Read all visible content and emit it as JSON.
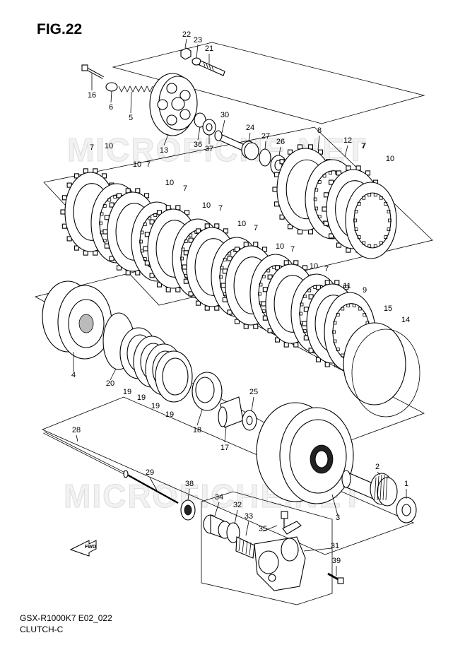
{
  "figure": {
    "title": "FIG.22",
    "model_code": "GSX-R1000K7 E02_022",
    "caption": "CLUTCH-C"
  },
  "watermark": {
    "text": "MICROFICHE.NET"
  },
  "fwd_label": "FWD",
  "callouts": [
    "22",
    "23",
    "21",
    "16",
    "6",
    "5",
    "13",
    "36",
    "37",
    "30",
    "24",
    "27",
    "26",
    "8",
    "12",
    "7",
    "10",
    "7",
    "10",
    "7",
    "10",
    "7",
    "10",
    "7",
    "10",
    "7",
    "10",
    "7",
    "10",
    "7",
    "11",
    "9",
    "15",
    "14",
    "4",
    "20",
    "19",
    "19",
    "19",
    "19",
    "18",
    "17",
    "25",
    "28",
    "29",
    "38",
    "34",
    "32",
    "33",
    "35",
    "2",
    "1",
    "3",
    "31",
    "39",
    "7",
    "10"
  ],
  "colors": {
    "ink": "#000000",
    "watermark": "#e6e6e6",
    "background": "#ffffff"
  }
}
